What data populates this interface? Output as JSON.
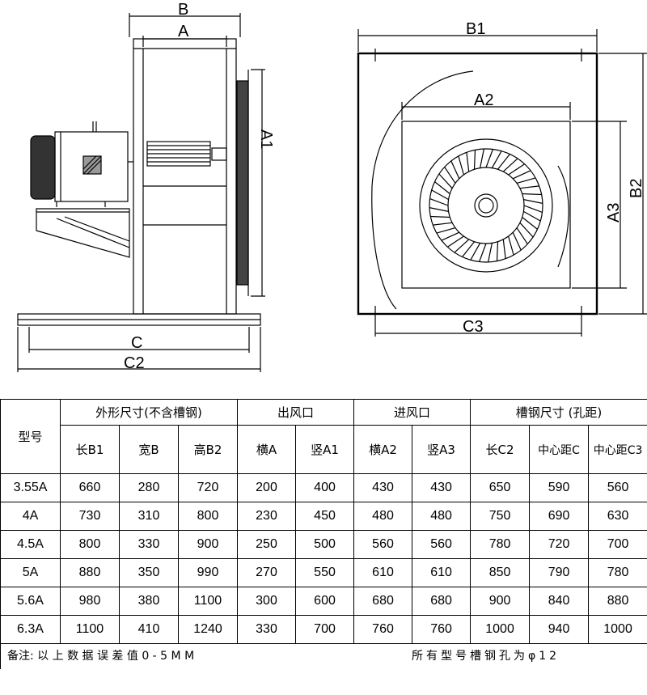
{
  "drawing": {
    "side_view_labels": {
      "B": "B",
      "A": "A",
      "A1": "A1",
      "C": "C",
      "C2": "C2"
    },
    "front_view_labels": {
      "B1": "B1",
      "A2": "A2",
      "A3": "A3",
      "B2": "B2",
      "C3": "C3"
    }
  },
  "table": {
    "model_header": "型号",
    "group_headers": {
      "outer": "外形尺寸(不含槽钢)",
      "outlet": "出风口",
      "inlet": "进风口",
      "channel": "槽钢尺寸 (孔距)"
    },
    "sub_headers": [
      "长B1",
      "宽B",
      "高B2",
      "横A",
      "竖A1",
      "横A2",
      "竖A3",
      "长C2",
      "中心距C",
      "中心距C3"
    ],
    "rows": [
      {
        "model": "3.55A",
        "values": [
          "660",
          "280",
          "720",
          "200",
          "400",
          "430",
          "430",
          "650",
          "590",
          "560"
        ]
      },
      {
        "model": "4A",
        "values": [
          "730",
          "310",
          "800",
          "230",
          "450",
          "480",
          "480",
          "750",
          "690",
          "630"
        ]
      },
      {
        "model": "4.5A",
        "values": [
          "800",
          "330",
          "900",
          "250",
          "500",
          "560",
          "560",
          "780",
          "720",
          "700"
        ]
      },
      {
        "model": "5A",
        "values": [
          "880",
          "350",
          "990",
          "270",
          "550",
          "610",
          "610",
          "850",
          "790",
          "780"
        ]
      },
      {
        "model": "5.6A",
        "values": [
          "980",
          "380",
          "1100",
          "300",
          "600",
          "680",
          "680",
          "900",
          "840",
          "880"
        ]
      },
      {
        "model": "6.3A",
        "values": [
          "1100",
          "410",
          "1240",
          "330",
          "700",
          "760",
          "760",
          "1000",
          "940",
          "1000"
        ]
      }
    ],
    "note_left": "备注: 以 上 数 据 误 差 值 0 - 5 M M",
    "note_right": "所有型号槽钢孔为φ12"
  }
}
